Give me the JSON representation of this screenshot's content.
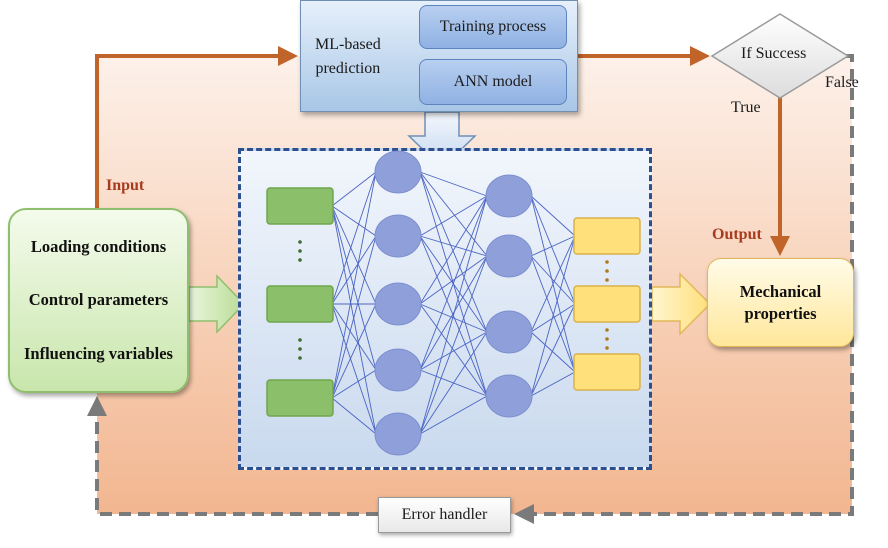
{
  "ml_panel": {
    "title": "ML-based\nprediction",
    "training_process": "Training process",
    "ann_model": "ANN model"
  },
  "decision": {
    "label": "If Success",
    "true_label": "True",
    "false_label": "False"
  },
  "input": {
    "label": "Input",
    "items": [
      "Loading conditions",
      "Control parameters",
      "Influencing variables"
    ]
  },
  "output": {
    "label": "Output",
    "box_text": "Mechanical\nproperties"
  },
  "error_handler": "Error handler",
  "network": {
    "input_neurons": 3,
    "hidden_layer_1_neurons": 5,
    "hidden_layer_2_neurons": 4,
    "output_neurons": 3,
    "input_ellipses": 2,
    "output_ellipses": 2
  },
  "colors": {
    "flow_arrow": "#c0642a",
    "feedback_dash": "#7a7a7a",
    "background_peach": "#f2b690",
    "input_green": "#8cbf6a",
    "neuron_blue": "#8f9fd9",
    "output_yellow": "#ffe07a",
    "panel_border": "#2e4f8f"
  }
}
